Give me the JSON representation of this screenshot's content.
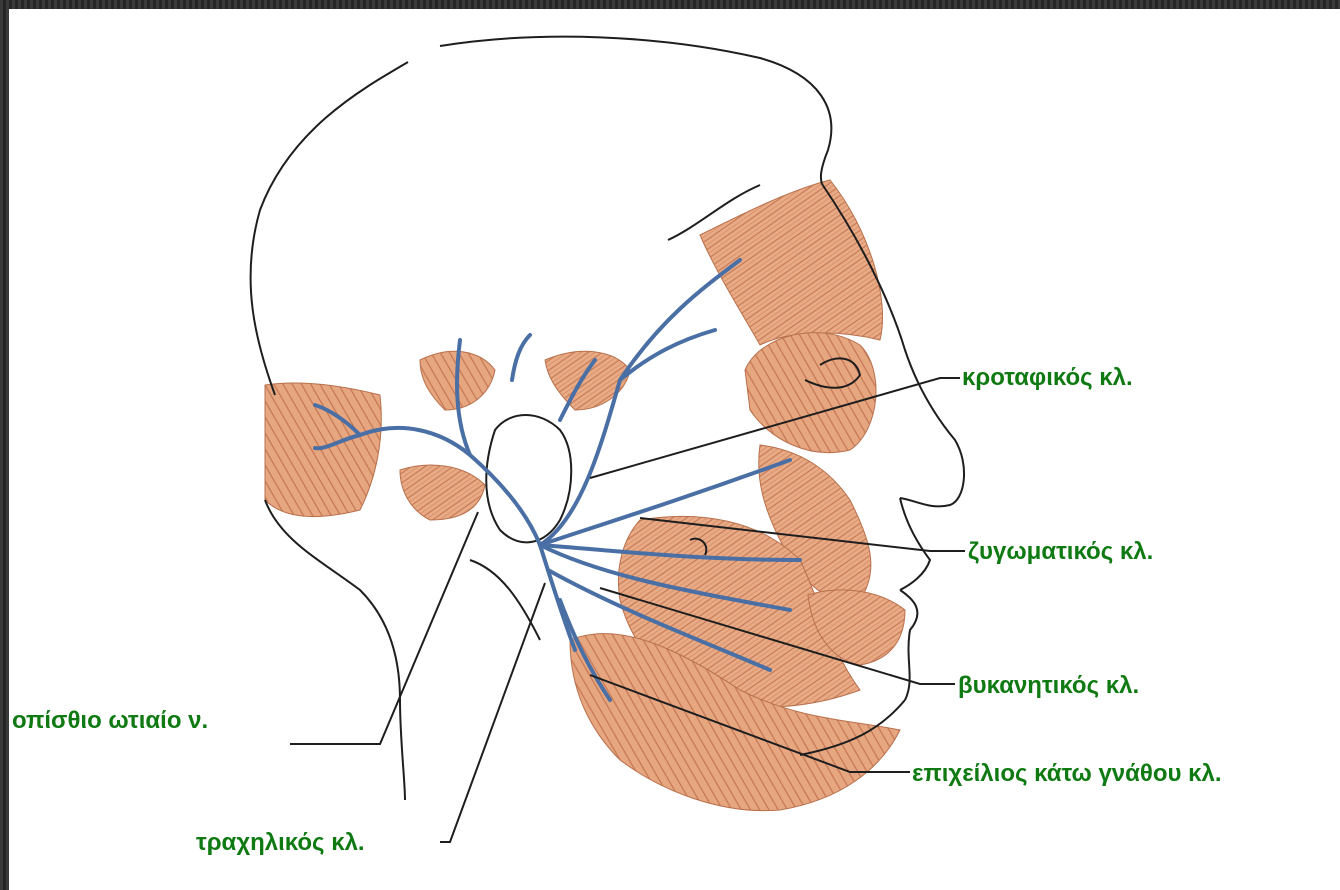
{
  "diagram": {
    "labels": {
      "temporal": "κροταφικός κλ.",
      "zygomatic": "ζυγωματικός κλ.",
      "buccal": "βυκανητικός κλ.",
      "mandibular": "επιχείλιος κάτω γνάθου κλ.",
      "auricular": "οπίσθιο ωτιαίο ν.",
      "cervical": "τραχηλικός κλ."
    },
    "colors": {
      "label_text": "#0f7a12",
      "nerve": "#4a6fa5",
      "muscle": "#e4a37e",
      "outline": "#1e1e1e"
    }
  }
}
